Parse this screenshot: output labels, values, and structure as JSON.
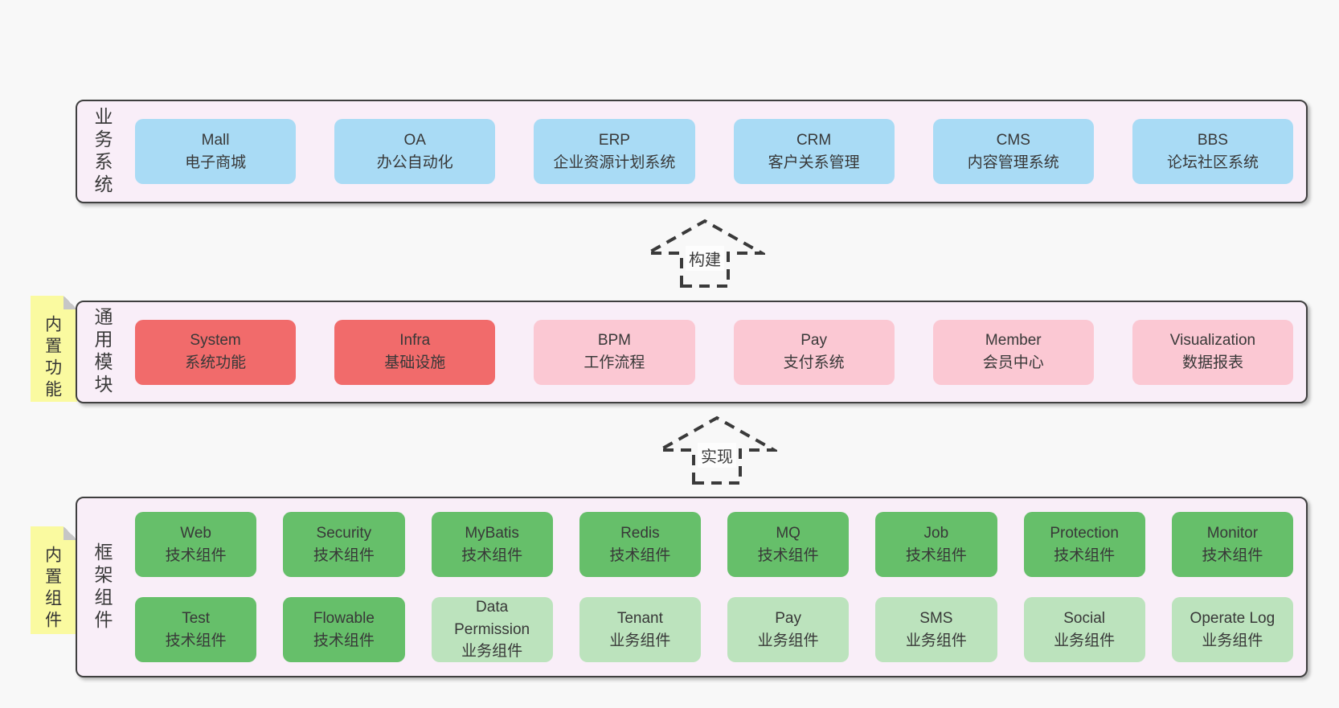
{
  "colors": {
    "page_bg": "#f8f8f8",
    "band_bg": "#f9eef8",
    "line": "#3f3f3f",
    "blue": "#a9dbf5",
    "red": "#f16b6b",
    "pink": "#fbc8d3",
    "green": "#66bf6a",
    "lightgreen": "#bce3bd",
    "sticky": "#fafaa0",
    "dash": "#3a3a3a"
  },
  "bands": [
    {
      "id": "business-systems",
      "label": "业务系统",
      "boxes": [
        {
          "name": "Mall",
          "desc": "电子商城",
          "variant": "blue"
        },
        {
          "name": "OA",
          "desc": "办公自动化",
          "variant": "blue"
        },
        {
          "name": "ERP",
          "desc": "企业资源计划系统",
          "variant": "blue"
        },
        {
          "name": "CRM",
          "desc": "客户关系管理",
          "variant": "blue"
        },
        {
          "name": "CMS",
          "desc": "内容管理系统",
          "variant": "blue"
        },
        {
          "name": "BBS",
          "desc": "论坛社区系统",
          "variant": "blue"
        }
      ]
    },
    {
      "id": "common-modules",
      "label": "通用模块",
      "sticky": "内置功能",
      "boxes": [
        {
          "name": "System",
          "desc": "系统功能",
          "variant": "red"
        },
        {
          "name": "Infra",
          "desc": "基础设施",
          "variant": "red"
        },
        {
          "name": "BPM",
          "desc": "工作流程",
          "variant": "pink"
        },
        {
          "name": "Pay",
          "desc": "支付系统",
          "variant": "pink"
        },
        {
          "name": "Member",
          "desc": "会员中心",
          "variant": "pink"
        },
        {
          "name": "Visualization",
          "desc": "数据报表",
          "variant": "pink"
        }
      ]
    },
    {
      "id": "framework-components",
      "label": "框架组件",
      "sticky": "内置组件",
      "row1": [
        {
          "name": "Web",
          "desc": "技术组件",
          "variant": "green"
        },
        {
          "name": "Security",
          "desc": "技术组件",
          "variant": "green"
        },
        {
          "name": "MyBatis",
          "desc": "技术组件",
          "variant": "green"
        },
        {
          "name": "Redis",
          "desc": "技术组件",
          "variant": "green"
        },
        {
          "name": "MQ",
          "desc": "技术组件",
          "variant": "green"
        },
        {
          "name": "Job",
          "desc": "技术组件",
          "variant": "green"
        },
        {
          "name": "Protection",
          "desc": "技术组件",
          "variant": "green"
        },
        {
          "name": "Monitor",
          "desc": "技术组件",
          "variant": "green"
        }
      ],
      "row2": [
        {
          "name": "Test",
          "desc": "技术组件",
          "variant": "green"
        },
        {
          "name": "Flowable",
          "desc": "技术组件",
          "variant": "green"
        },
        {
          "name": "Data Permission",
          "desc": "业务组件",
          "variant": "lightgreen"
        },
        {
          "name": "Tenant",
          "desc": "业务组件",
          "variant": "lightgreen"
        },
        {
          "name": "Pay",
          "desc": "业务组件",
          "variant": "lightgreen"
        },
        {
          "name": "SMS",
          "desc": "业务组件",
          "variant": "lightgreen"
        },
        {
          "name": "Social",
          "desc": "业务组件",
          "variant": "lightgreen"
        },
        {
          "name": "Operate Log",
          "desc": "业务组件",
          "variant": "lightgreen"
        }
      ]
    }
  ],
  "arrows": [
    {
      "label": "构建"
    },
    {
      "label": "实现"
    }
  ]
}
